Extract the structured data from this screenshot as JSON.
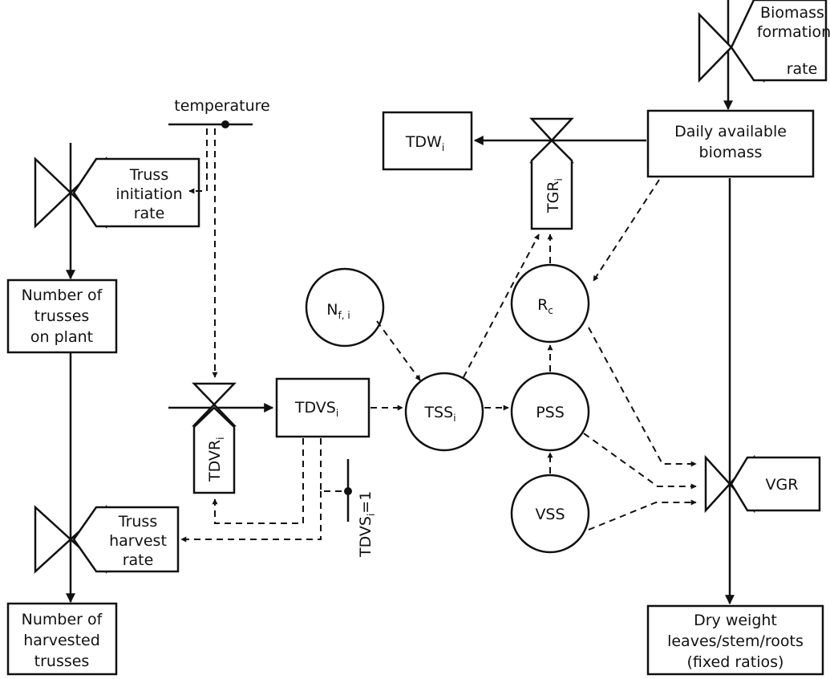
{
  "labels": {
    "temperature": "temperature",
    "biomass_rate": [
      "Biomass",
      "formation",
      "rate"
    ],
    "daily_biomass": [
      "Daily available",
      "biomass"
    ],
    "tdw": "TDW",
    "tdw_sub": "i",
    "tgr": "TGR",
    "tgr_sub": "i",
    "truss_init": [
      "Truss",
      "initiation",
      "rate"
    ],
    "num_trusses": [
      "Number of",
      "trusses",
      "on plant"
    ],
    "n_circle": "N",
    "n_sub": "f, i",
    "rc_circle": "R",
    "rc_sub": "c",
    "tdvs": "TDVS",
    "tdvs_sub": "i",
    "tss": "TSS",
    "tss_sub": "i",
    "pss": "PSS",
    "tdvr": "TDVR",
    "tdvr_sub": "i",
    "tdvs_cond": "TDVS",
    "tdvs_cond_sub": "i",
    "tdvs_cond_rest": "=1",
    "vss": "VSS",
    "vgr": "VGR",
    "truss_harvest": [
      "Truss",
      "harvest",
      "rate"
    ],
    "num_harvested": [
      "Number of",
      "harvested",
      "trusses"
    ],
    "dry_weight": [
      "Dry weight",
      "leaves/stem/roots",
      "(fixed ratios)"
    ]
  }
}
